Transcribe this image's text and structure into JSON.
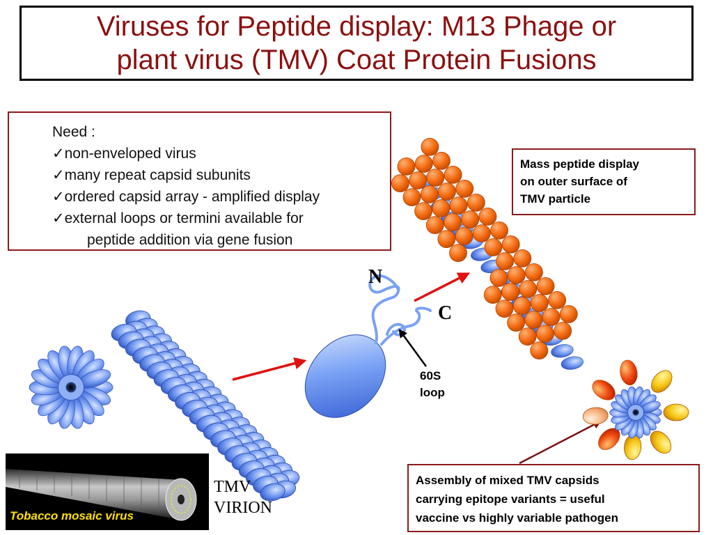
{
  "title": {
    "line1": "Viruses for Peptide display: M13 Phage or",
    "line2": "plant virus (TMV) Coat Protein Fusions"
  },
  "need_box": {
    "heading": "Need :",
    "items": [
      "non-enveloped virus",
      "many repeat capsid subunits",
      "ordered capsid array - amplified display",
      "external loops or termini available for"
    ],
    "continuation": "peptide addition via gene fusion",
    "check_glyph": "✓"
  },
  "mass_box": {
    "line1": "Mass peptide display",
    "line2": "on outer surface of",
    "line3": "TMV particle"
  },
  "assembly_box": {
    "line1": "Assembly of mixed TMV capsids",
    "line2": "carrying epitope variants = useful",
    "line3": "vaccine vs highly variable pathogen"
  },
  "labels": {
    "n_terminus": "N",
    "c_terminus": "C",
    "loop_line1": "60S",
    "loop_line2": "loop",
    "tmv_line1": "TMV",
    "tmv_line2": "VIRION",
    "photo_caption": "Tobacco mosaic virus"
  },
  "colors": {
    "title_text": "#8b1010",
    "box_border": "#8b1a1a",
    "capsid_blue": "#6f96f0",
    "fusion_orange": "#f36a10",
    "arrow_red": "#e01010",
    "caption_yellow": "#ffe000"
  }
}
